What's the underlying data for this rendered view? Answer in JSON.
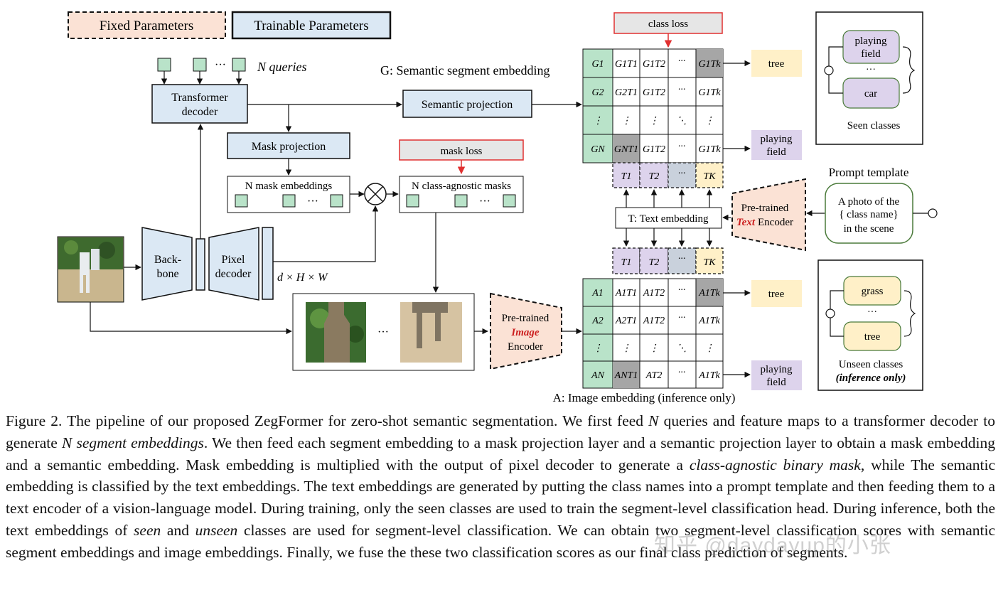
{
  "legend": {
    "fixed": "Fixed Parameters",
    "trainable": "Trainable Parameters"
  },
  "queries": {
    "dots": "···",
    "label": "N queries"
  },
  "transformer": {
    "line1": "Transformer",
    "line2": "decoder"
  },
  "semantic_title": "G: Semantic segment embedding",
  "semantic_projection": "Semantic projection",
  "mask_projection": "Mask projection",
  "mask_embeddings": "N mask embeddings",
  "mask_loss": "mask loss",
  "class_agnostic": "N class-agnostic masks",
  "class_loss": "class loss",
  "backbone": {
    "line1": "Back-",
    "line2": "bone"
  },
  "pixel_decoder": {
    "line1": "Pixel",
    "line2": "decoder"
  },
  "dims": "d × H × W",
  "image_encoder": {
    "line1": "Pre-trained",
    "line2": "Image",
    "line3": "Encoder"
  },
  "text_encoder": {
    "line1": "Pre-trained",
    "line2": "Text",
    "line3": "Encoder"
  },
  "text_embedding": "T: Text embedding",
  "prompt_title": "Prompt template",
  "prompt": {
    "line1": "A photo of the",
    "line2": "{ class name}",
    "line3": "in the scene"
  },
  "seen": {
    "item1a": "playing",
    "item1b": "field",
    "dots": "···",
    "item2": "car",
    "label": "Seen classes"
  },
  "unseen": {
    "item1": "grass",
    "dots": "···",
    "item2": "tree",
    "label1": "Unseen classes",
    "label2": "(inference only)"
  },
  "image_embedding_label": "A: Image embedding (inference only)",
  "top_matrix": {
    "rows": [
      "G1",
      "G2",
      "⋮",
      "GN"
    ],
    "cells": [
      [
        "G1T1",
        "G1T2",
        "···",
        "G1Tk"
      ],
      [
        "G2T1",
        "G1T2",
        "···",
        "G1Tk"
      ],
      [
        "⋮",
        "⋮",
        "⋱",
        "⋮"
      ],
      [
        "GNT1",
        "G1T2",
        "···",
        "G1Tk"
      ]
    ],
    "outputs": {
      "row1": "tree",
      "row4a": "playing",
      "row4b": "field"
    }
  },
  "text_row": [
    "T1",
    "T2",
    "···",
    "TK"
  ],
  "bottom_matrix": {
    "rows": [
      "A1",
      "A2",
      "⋮",
      "AN"
    ],
    "cells": [
      [
        "A1T1",
        "A1T2",
        "···",
        "A1Tk"
      ],
      [
        "A2T1",
        "A1T2",
        "···",
        "A1Tk"
      ],
      [
        "⋮",
        "⋮",
        "⋱",
        "⋮"
      ],
      [
        "ANT1",
        "AT2",
        "···",
        "A1Tk"
      ]
    ],
    "outputs": {
      "row1": "tree",
      "row4a": "playing",
      "row4b": "field"
    }
  },
  "crops_dots": "···",
  "colors": {
    "trainable": "#dbe8f4",
    "fixed": "#fbe2d5",
    "green": "#b9e3c9",
    "purple": "#ddd3ec",
    "yellow": "#fff0c8",
    "gray": "#a6a6a6",
    "red": "#e03030"
  },
  "caption": [
    {
      "t": "Figure 2.  The pipeline of our proposed ZegFormer for zero-shot semantic segmentation.  We first feed "
    },
    {
      "t": "N",
      "i": true
    },
    {
      "t": " queries and feature maps to a transformer decoder to generate "
    },
    {
      "t": "N segment embeddings",
      "i": true
    },
    {
      "t": ". We then feed each segment embedding to a mask projection layer and a semantic projection layer to obtain a mask embedding and a semantic embedding. Mask embedding is multiplied with the output of pixel decoder to generate a "
    },
    {
      "t": "class-agnostic binary mask",
      "i": true
    },
    {
      "t": ", while The semantic embedding is classified by the text embeddings.  The text embeddings are generated by putting the class names into a prompt template and then feeding them to a text encoder of a vision-language model. During training, only the seen classes are used to train the segment-level classification head.  During inference, both the text embeddings of "
    },
    {
      "t": "seen",
      "i": true
    },
    {
      "t": " and "
    },
    {
      "t": "unseen",
      "i": true
    },
    {
      "t": " classes are used for segment-level classification. We can obtain two segment-level classification scores with semantic segment embeddings and image embeddings. Finally, we fuse the these two classification scores as our final class prediction of segments."
    }
  ],
  "watermark": "知乎 @daydayup的小张"
}
